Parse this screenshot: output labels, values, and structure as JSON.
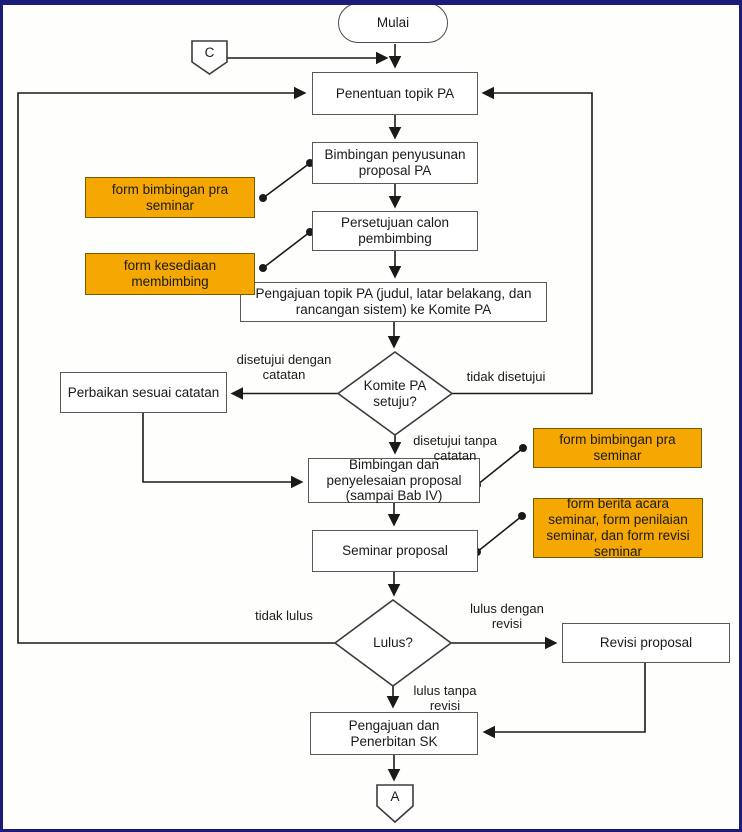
{
  "diagram": {
    "title": "flowchart-proses-proposal-pa",
    "nodes": {
      "start": "Mulai",
      "connector_c": "C",
      "connector_a": "A",
      "penentuan": "Penentuan topik PA",
      "bimbingan_penyusunan": "Bimbingan penyusunan proposal PA",
      "persetujuan": "Persetujuan calon pembimbing",
      "pengajuan_topik": "Pengajuan topik PA (judul, latar belakang, dan rancangan sistem) ke Komite PA",
      "komite_decision": "Komite PA setuju?",
      "perbaikan": "Perbaikan sesuai catatan",
      "bimbingan_penyelesaian": "Bimbingan dan penyelesaian proposal (sampai Bab IV)",
      "seminar": "Seminar proposal",
      "lulus_decision": "Lulus?",
      "revisi": "Revisi proposal",
      "pengajuan_sk": "Pengajuan dan Penerbitan SK"
    },
    "forms": {
      "bimbingan_pra_seminar_left": "form bimbingan pra seminar",
      "kesediaan_membimbing": "form kesediaan membimbing",
      "bimbingan_pra_seminar_right": "form bimbingan pra seminar",
      "berita_acara": "form berita acara seminar, form penilaian seminar, dan form revisi seminar"
    },
    "edge_labels": {
      "disetujui_dengan_catatan": "disetujui dengan catatan",
      "tidak_disetujui": "tidak disetujui",
      "disetujui_tanpa_catatan": "disetujui tanpa catatan",
      "tidak_lulus": "tidak lulus",
      "lulus_dengan_revisi": "lulus dengan revisi",
      "lulus_tanpa_revisi": "lulus tanpa revisi"
    },
    "colors": {
      "form_fill": "#F5A702",
      "form_border": "#7A5A00",
      "box_border": "#595959",
      "line": "#1a1a1a",
      "frame_border": "#1B1B78",
      "background": "#FEFEFC"
    }
  }
}
